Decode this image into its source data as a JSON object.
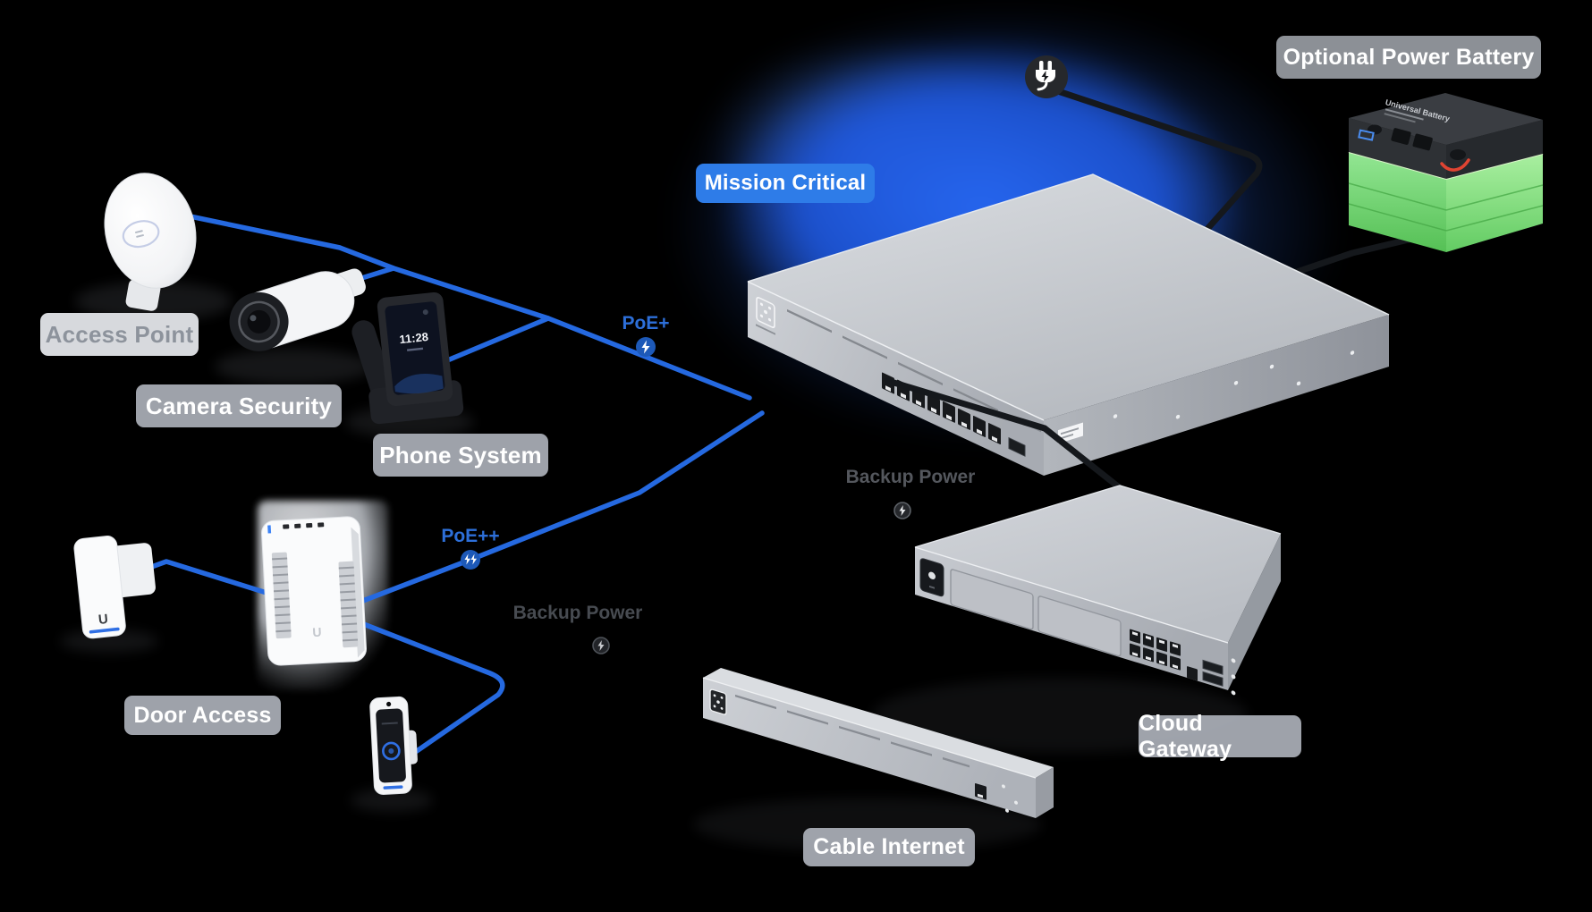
{
  "diagram": {
    "badges": {
      "mission_critical": "Mission Critical",
      "optional_power_battery": "Optional Power Battery"
    },
    "device_labels": {
      "access_point": "Access Point",
      "camera_security": "Camera Security",
      "phone_system": "Phone System",
      "door_access": "Door Access",
      "cloud_gateway": "Cloud Gateway",
      "cable_internet": "Cable Internet"
    },
    "connection_labels": {
      "poe_plus": "PoE+",
      "poe_plus_plus": "PoE++",
      "backup_power_switch": "Backup Power",
      "backup_power_gateway": "Backup Power"
    },
    "device_details": {
      "phone_clock": "11:28",
      "battery_brand": "Universal Battery"
    },
    "icons": [
      "power-plug-icon",
      "lightning-bolt-icon",
      "double-lightning-bolt-icon",
      "backup-power-bolt-icon"
    ],
    "colors": {
      "background": "#000000",
      "glow_blue": "#2166e8",
      "cable_blue": "#2569e0",
      "cable_black": "#17191d",
      "poe_badge_blue": "#1d59b8",
      "poe_text_blue": "#2d6fd9",
      "label_gray": "#abb0b8",
      "mission_badge_blue": "#2e7ce8",
      "battery_green": "#6fd26f",
      "backup_text_gray": "#54575d"
    }
  }
}
